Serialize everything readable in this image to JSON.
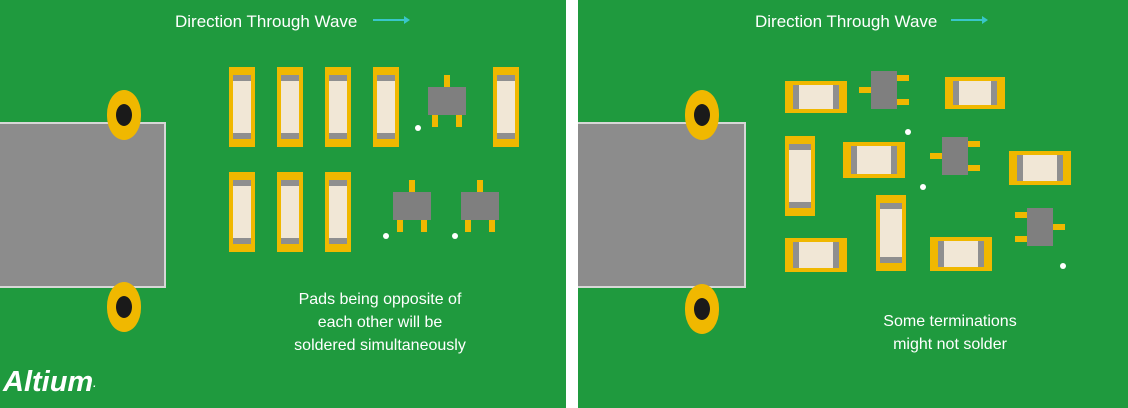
{
  "panels": [
    {
      "title": "Direction Through Wave",
      "caption_lines": [
        "Pads being opposite of",
        "each other will be",
        "soldered simultaneously"
      ],
      "brand": "Altium"
    },
    {
      "title": "Direction Through Wave",
      "caption_lines": [
        "Some terminations",
        "might not solder"
      ]
    }
  ],
  "colors": {
    "pcb_green": "#1f9a3e",
    "pad_gold": "#f0b800",
    "component_body": "#f1e7d6",
    "component_band": "#8f8f8f",
    "ic_body": "#7f7f7f",
    "board_gray": "#8c8c8c",
    "arrow_cyan": "#39c6c8"
  }
}
